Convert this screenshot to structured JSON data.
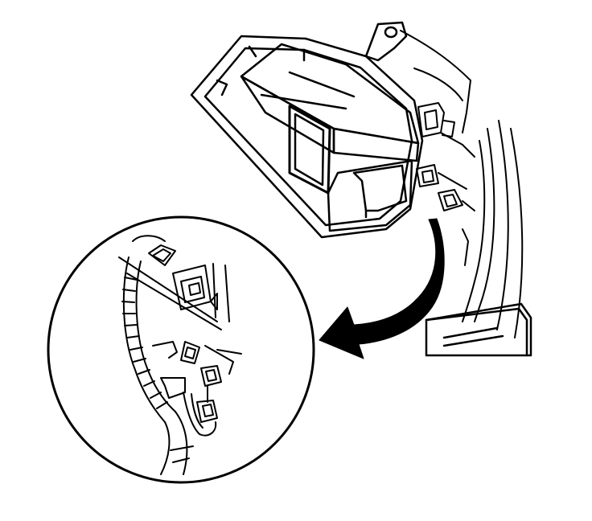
{
  "figure": {
    "kind": "technical line illustration",
    "colors": {
      "ink": "#000000",
      "paper": "#ffffff"
    },
    "parts": [
      "module-housing",
      "mounting-bracket",
      "electrical-connectors",
      "side-trim-panel",
      "lower-cover",
      "wiring-harness",
      "detail-view-circle",
      "pointer-arrow"
    ]
  }
}
